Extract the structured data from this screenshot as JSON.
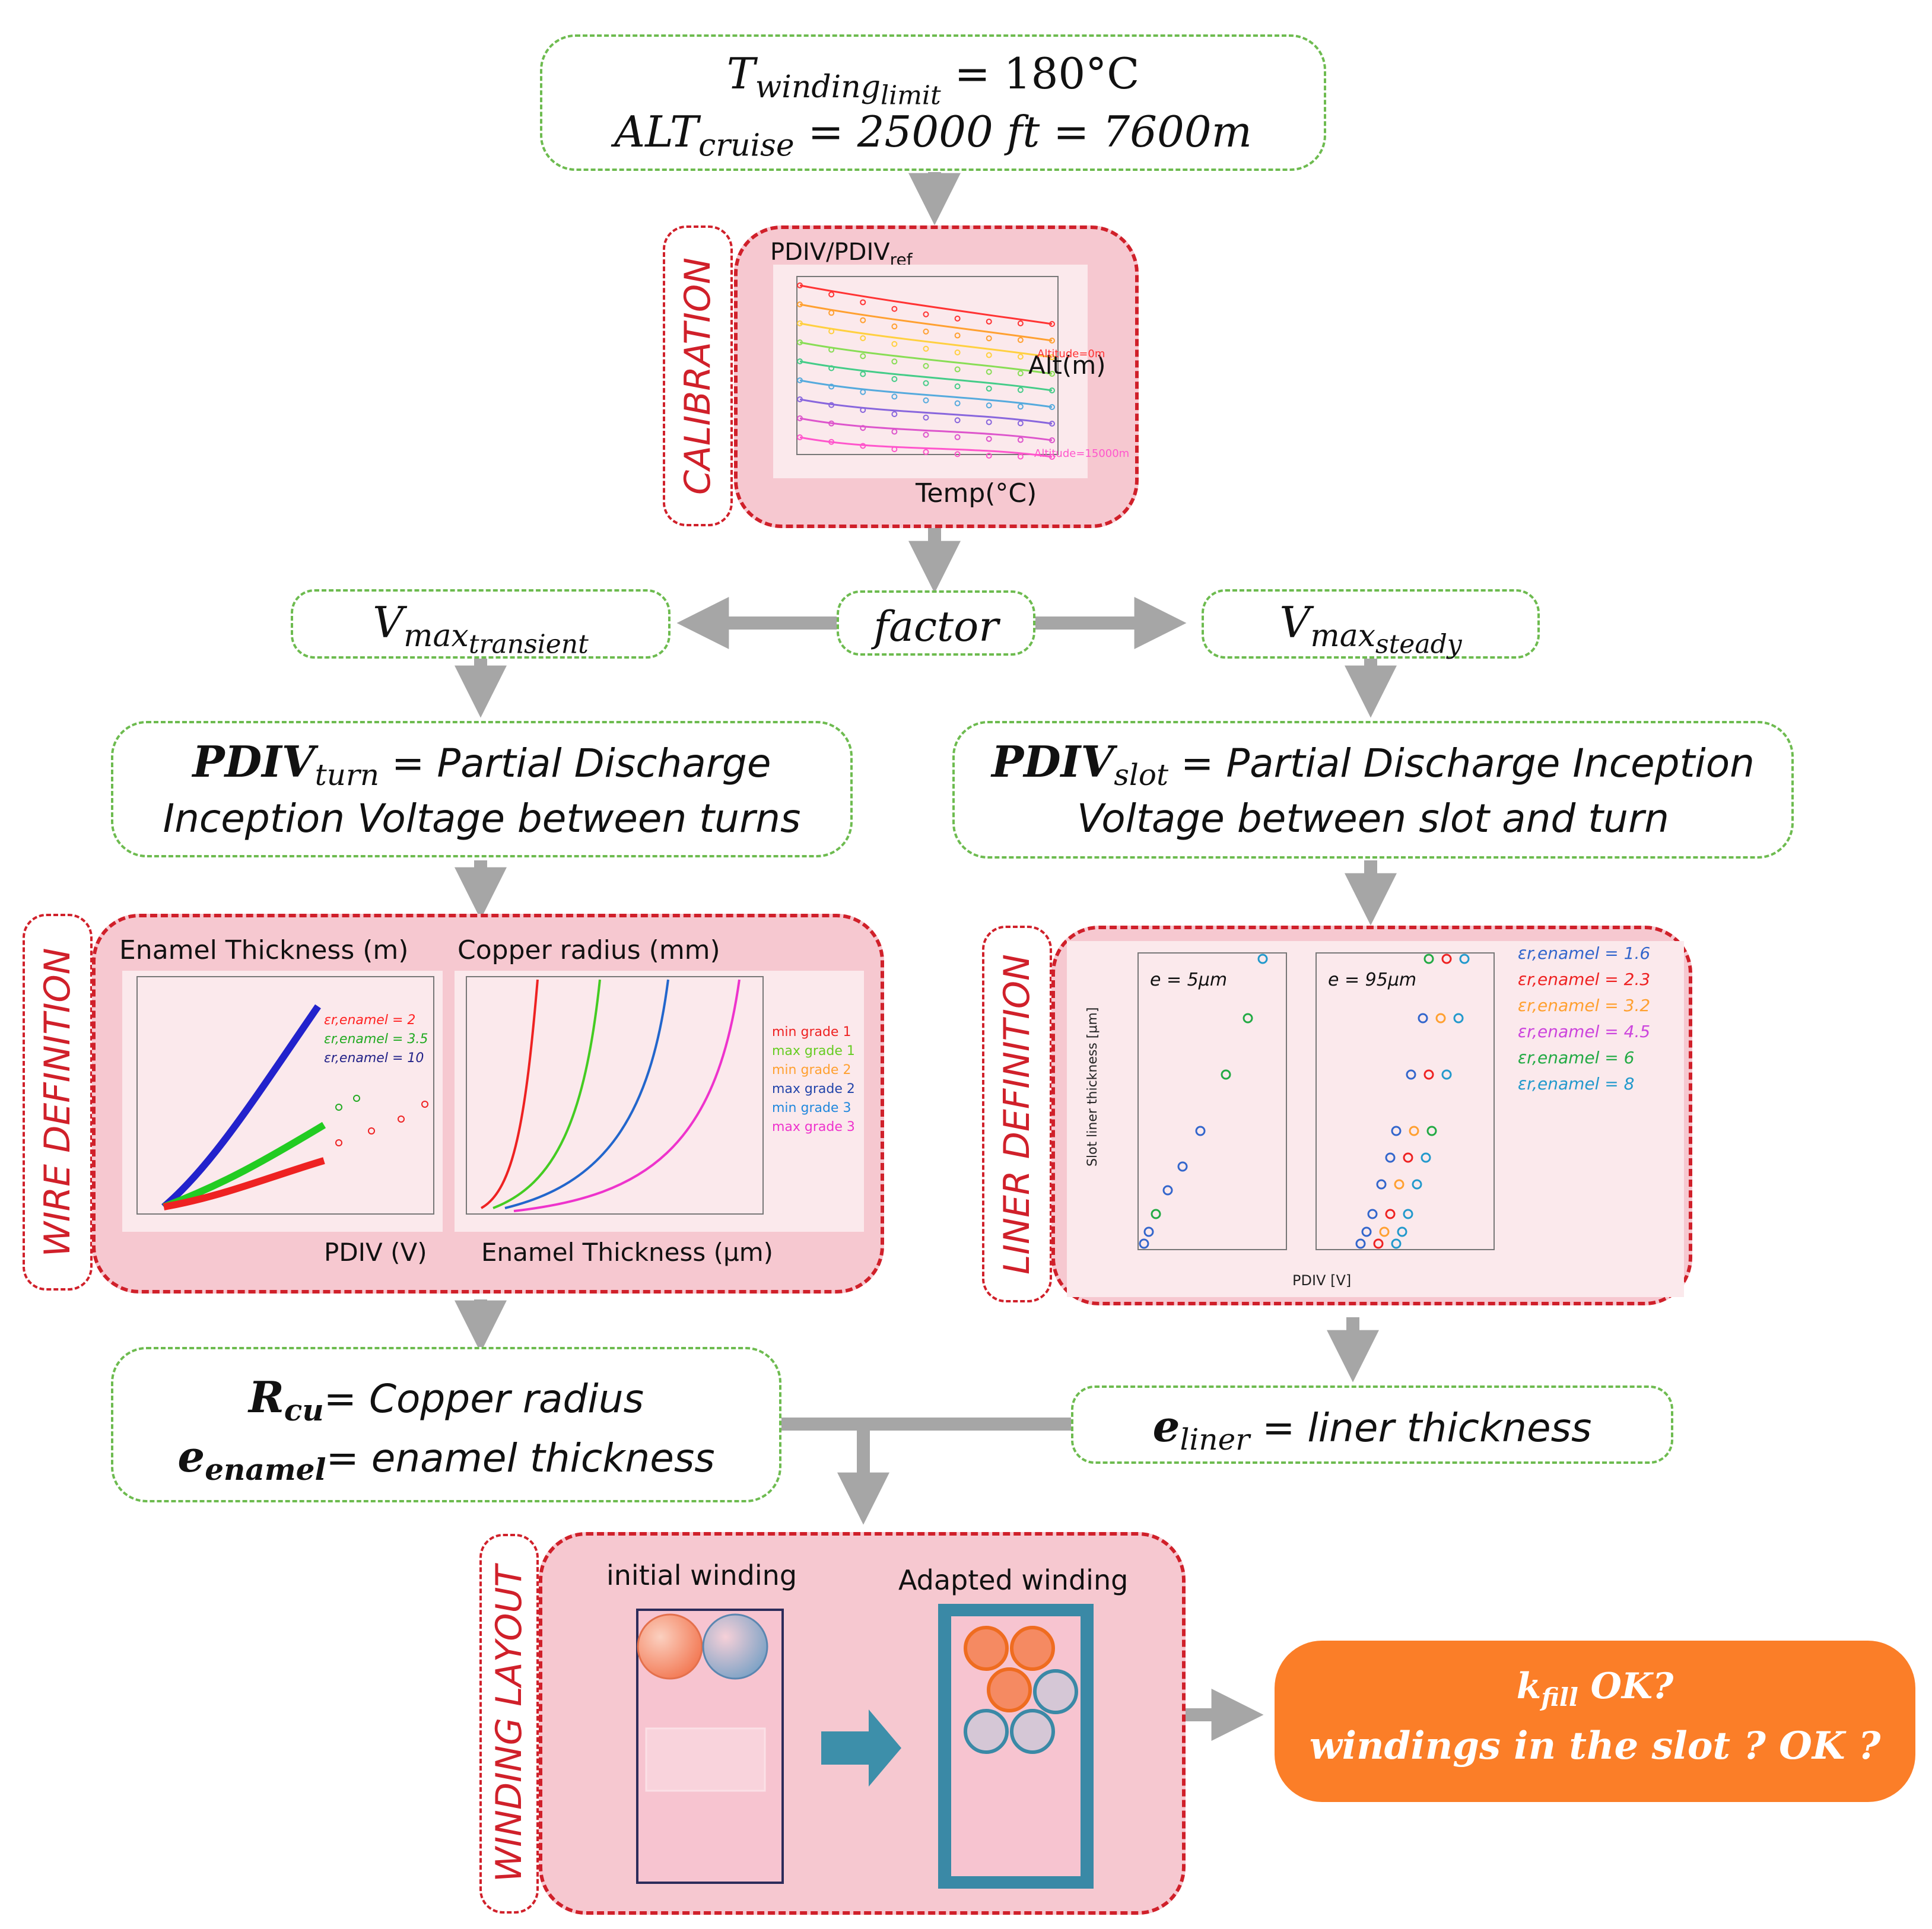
{
  "top": {
    "l1_var": "T",
    "l1_sub1": "winding",
    "l1_sub2": "limit",
    "l1_rest": " = 180°C",
    "l2_var": "ALT",
    "l2_sub": "cruise",
    "l2_rest": " = 25000 ft = 7600m"
  },
  "calibration": {
    "tag": "CALIBRATION",
    "ylabel_main": "PDIV/PDIV",
    "ylabel_sub": "ref",
    "xlabel": "Temp(°C)",
    "alt_label": "Alt(m)",
    "alt_top": "Altitude=0m",
    "alt_bottom": "Altitude=15000m",
    "series_colors": [
      "#ff3333",
      "#ffa030",
      "#ffd040",
      "#88dd55",
      "#44cc88",
      "#55aadd",
      "#8866dd",
      "#dd55cc",
      "#ff55cc"
    ]
  },
  "factor": {
    "label": "factor"
  },
  "vmax_transient": {
    "v": "V",
    "sub": "max",
    "subsub": "transient"
  },
  "vmax_steady": {
    "v": "V",
    "sub": "max",
    "subsub": "steady"
  },
  "pdiv_turn": {
    "bold": "PDIV",
    "sub": "turn",
    "l1": " = Partial Discharge",
    "l2": "Inception Voltage between turns"
  },
  "pdiv_slot": {
    "bold": "PDIV",
    "sub": "slot",
    "l1": " = Partial Discharge Inception",
    "l2": "Voltage between slot and turn"
  },
  "wire": {
    "tag": "WIRE DEFINITION",
    "left_title": "Enamel Thickness (m)",
    "left_xlabel": "PDIV (V)",
    "left_legend": [
      {
        "name": "εr,enamel = 2",
        "color": "#ff2222"
      },
      {
        "name": "εr,enamel = 3.5",
        "color": "#22aa22"
      },
      {
        "name": "εr,enamel = 10",
        "color": "#222288"
      }
    ],
    "right_title": "Copper radius (mm)",
    "right_xlabel": "Enamel Thickness (μm)",
    "right_legend": [
      {
        "name": "min grade 1",
        "color": "#ee2222"
      },
      {
        "name": "max grade 1",
        "color": "#66cc22"
      },
      {
        "name": "min grade 2",
        "color": "#ffa030"
      },
      {
        "name": "max grade 2",
        "color": "#2244aa"
      },
      {
        "name": "min grade 3",
        "color": "#2288dd"
      },
      {
        "name": "max grade 3",
        "color": "#ee33cc"
      }
    ]
  },
  "liner": {
    "tag": "LINER DEFINITION",
    "panel1": "e = 5μm",
    "panel2": "e = 95μm",
    "ylabel": "Slot liner thickness [μm]",
    "xlabel": "PDIV [V]",
    "legend": [
      {
        "name": "εr,enamel = 1.6",
        "color": "#3366cc"
      },
      {
        "name": "εr,enamel = 2.3",
        "color": "#ee2222"
      },
      {
        "name": "εr,enamel = 3.2",
        "color": "#ffa030"
      },
      {
        "name": "εr,enamel = 4.5",
        "color": "#cc44dd"
      },
      {
        "name": "εr,enamel = 6",
        "color": "#22aa44"
      },
      {
        "name": "εr,enamel = 8",
        "color": "#2299cc"
      }
    ]
  },
  "rcu": {
    "r": "R",
    "rsub": "cu",
    "l1": "= Copper radius",
    "e": "e",
    "esub": "enamel",
    "l2": "= enamel thickness"
  },
  "eliner": {
    "e": "e",
    "esub": "liner",
    "l1": " = liner thickness"
  },
  "winding": {
    "tag": "WINDING LAYOUT",
    "initial": "initial winding",
    "adapted": "Adapted winding"
  },
  "result": {
    "k": "k",
    "ksub": "fill",
    "l1": " OK?",
    "l2": "windings in the slot ? OK ?"
  }
}
